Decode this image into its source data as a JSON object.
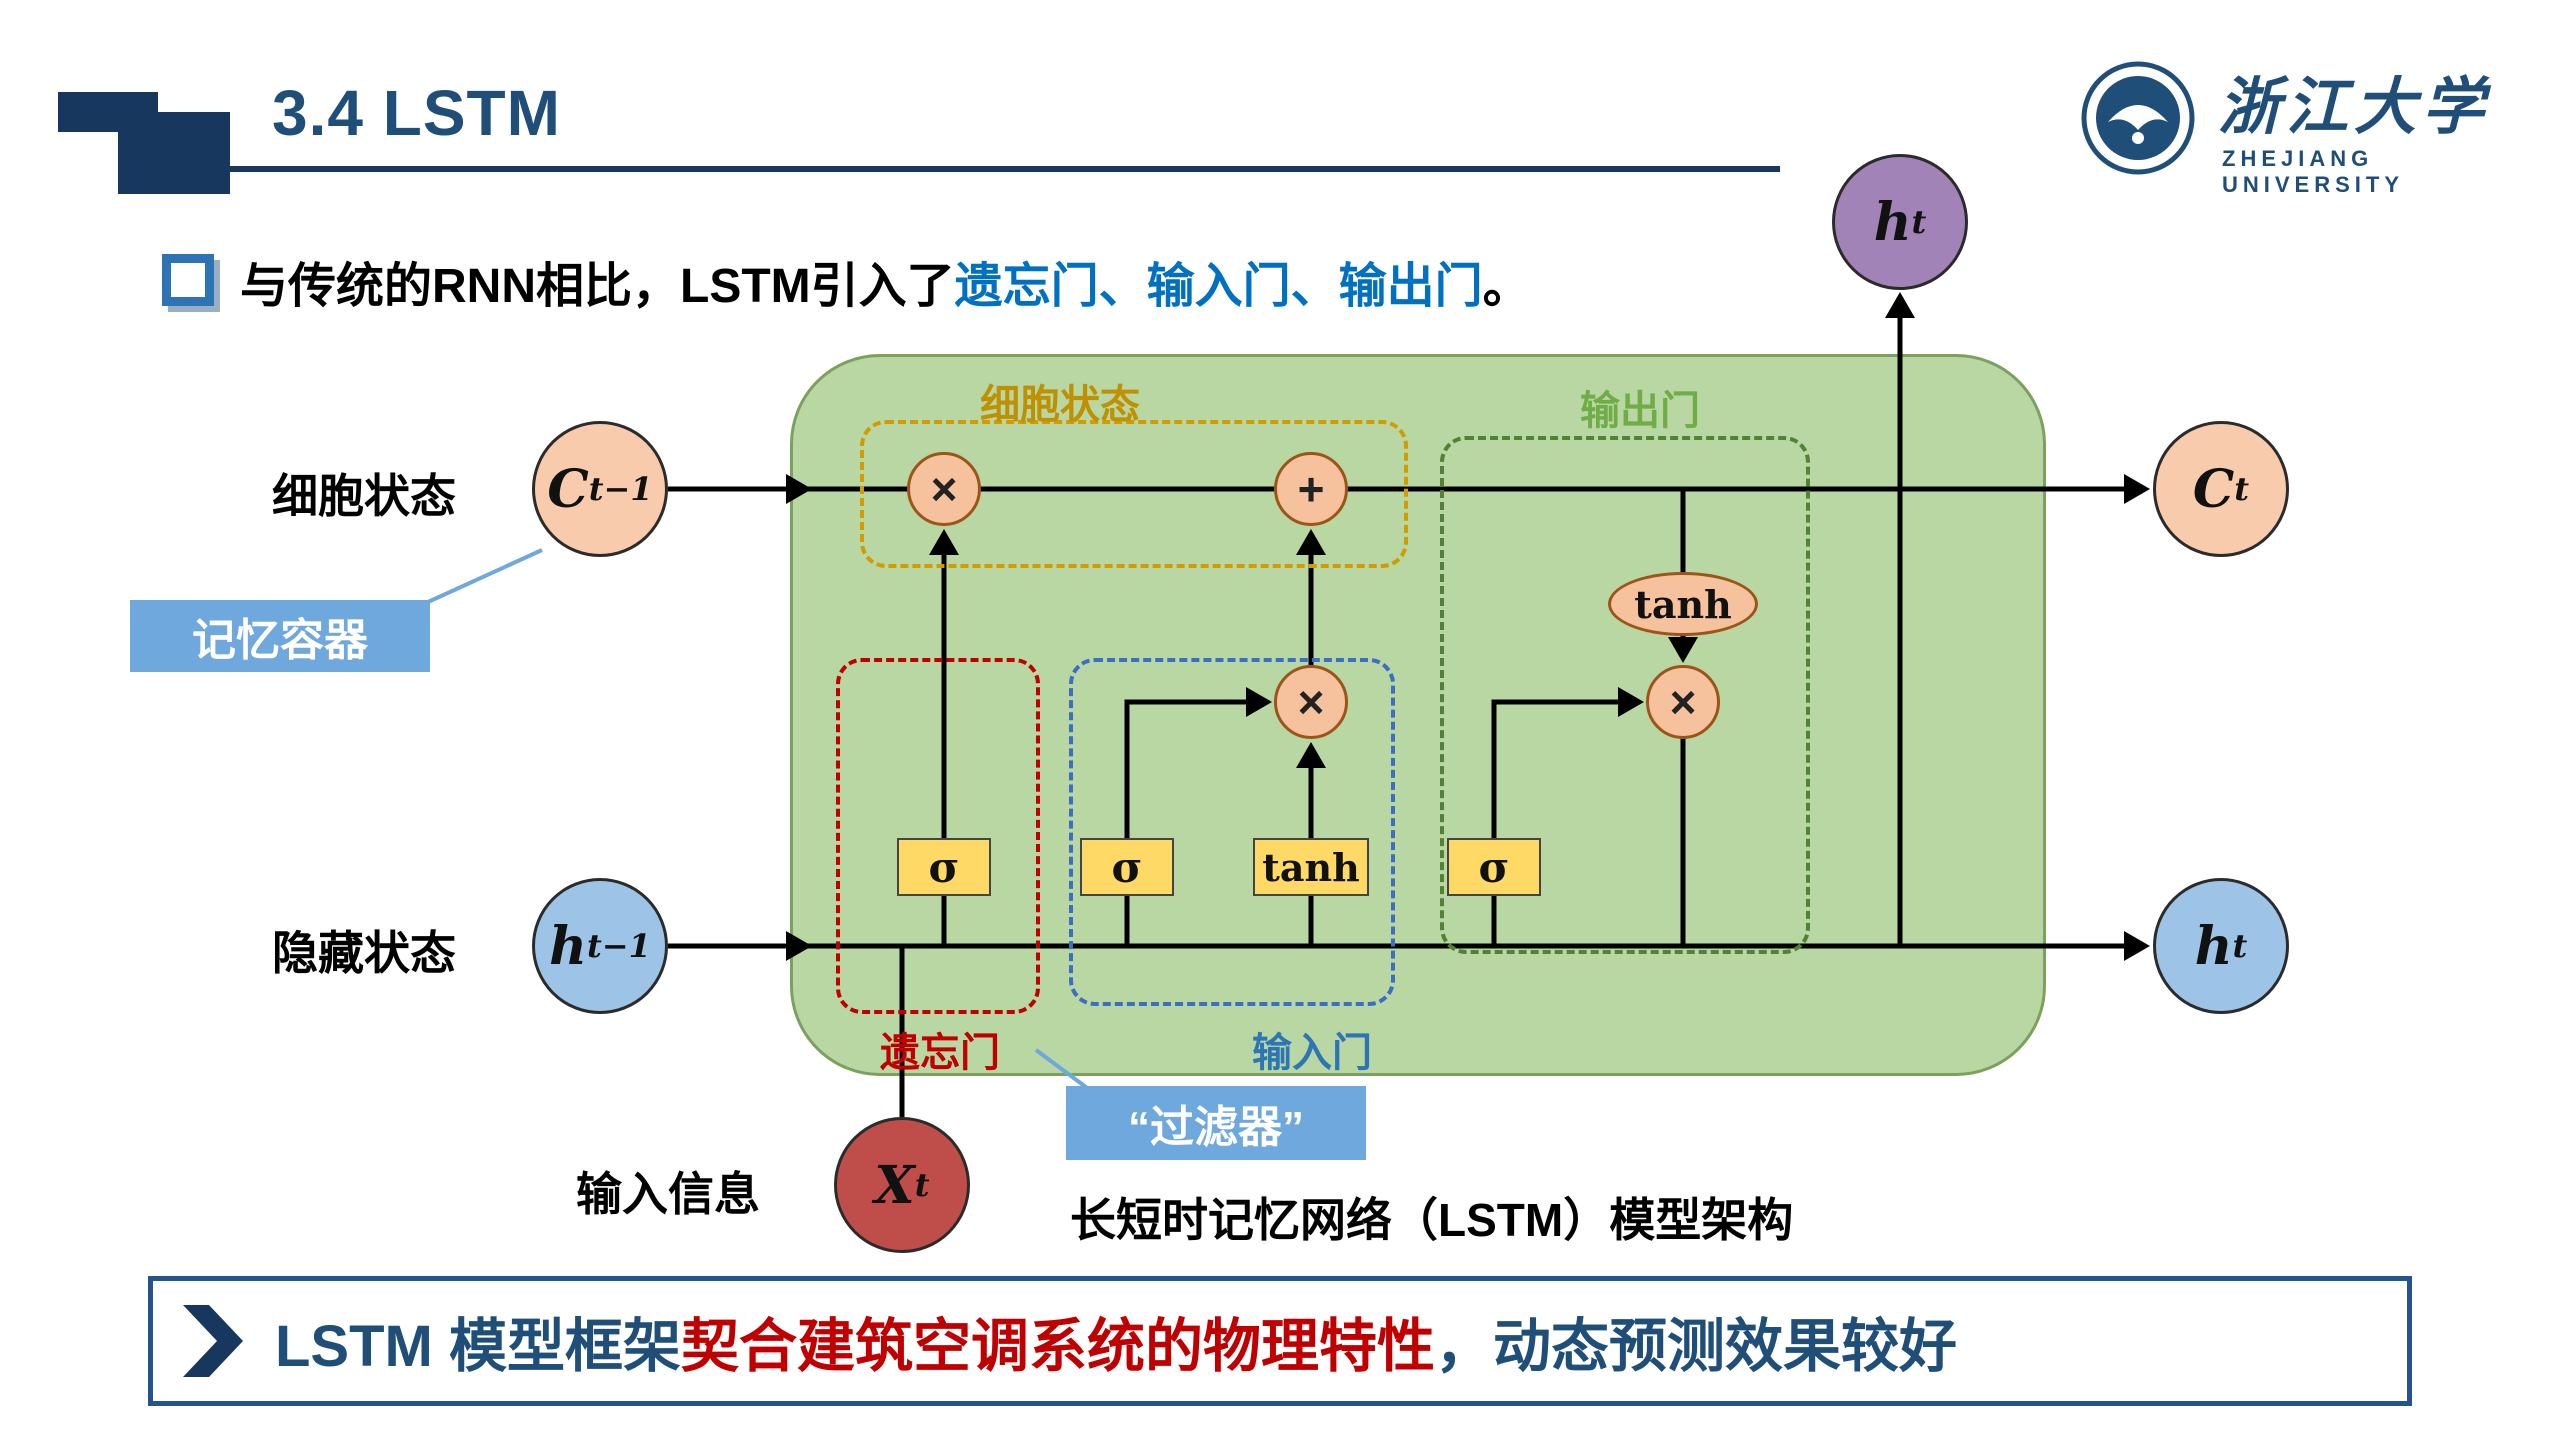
{
  "slide": {
    "title": "3.4 LSTM",
    "bullet": {
      "prefix": "与传统的RNN相比，LSTM引入了",
      "highlight": "遗忘门、输入门、输出门",
      "suffix": "。"
    },
    "logo": {
      "name_cn": "浙江大学",
      "name_en": "ZHEJIANG UNIVERSITY"
    },
    "caption": "长短时记忆网络（LSTM）模型架构",
    "banner": {
      "part1": "LSTM 模型框架",
      "part2": "契合建筑空调系统的物理特性",
      "part3": "，动态预测效果较好"
    }
  },
  "diagram": {
    "labels": {
      "cell_state": "细胞状态",
      "memory_container": "记忆容器",
      "hidden_state": "隐藏状态",
      "input_info": "输入信息",
      "filter": "“过滤器”"
    },
    "gates": {
      "cell_state_box": "细胞状态",
      "output_gate": "输出门",
      "forget_gate": "遗忘门",
      "input_gate": "输入门"
    },
    "nodes": {
      "c_prev": {
        "base": "C",
        "sub": "t−1"
      },
      "h_prev": {
        "base": "h",
        "sub": "t−1"
      },
      "x_input": {
        "base": "X",
        "sub": "t"
      },
      "h_out_top": {
        "base": "h",
        "sub": "t"
      },
      "c_out": {
        "base": "C",
        "sub": "t"
      },
      "h_out_right": {
        "base": "h",
        "sub": "t"
      }
    },
    "ops": {
      "sigma": "σ",
      "tanh": "tanh",
      "multiply": "×",
      "add": "+"
    },
    "colors": {
      "cell_green": "#b9d7a3",
      "peach_node": "#f8cbad",
      "blue_node": "#9dc3e6",
      "purple_node": "#a183b8",
      "red_node": "#bf4e4a",
      "accent_blue": "#0070c0",
      "title_blue": "#1f4e79",
      "banner_red": "#c00000",
      "gate_yellow": "#ffd966",
      "label_blue_bg": "#6fa8dc"
    }
  }
}
